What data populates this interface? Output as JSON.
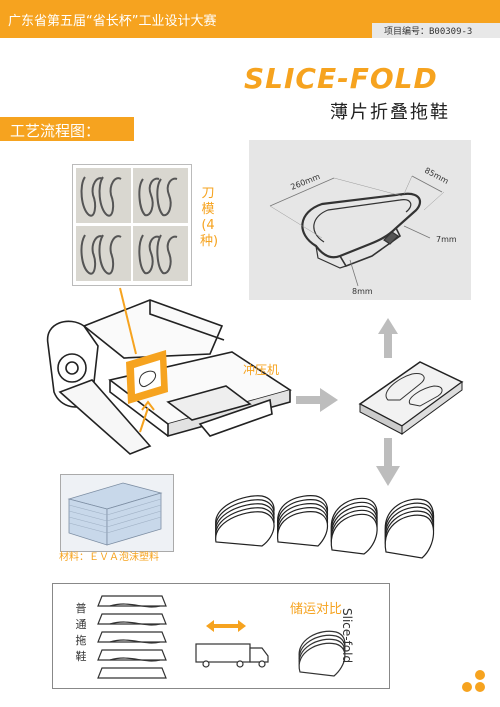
{
  "header": {
    "title": "广东省第五届“省长杯”工业设计大赛",
    "project_no": "项目编号：B00309-3"
  },
  "brand": {
    "name": "SLICE-FOLD",
    "subtitle": "薄片折叠拖鞋"
  },
  "section": {
    "title": "工艺流程图："
  },
  "tool_die": {
    "label": "刀模(4种)"
  },
  "machine": {
    "label": "冲压机"
  },
  "material": {
    "label": "材料：ＥＶＡ泡沫塑料"
  },
  "dimensions": {
    "length": "260mm",
    "width": "85mm",
    "thickness": "7mm",
    "fold": "8mm"
  },
  "comparison": {
    "title": "储运对比",
    "normal_slippers": "普通拖鞋",
    "slice_fold": "Slice-fold"
  },
  "colors": {
    "accent": "#f6a31f",
    "panel": "#e6e6e6",
    "arrow": "#bdbdbd"
  }
}
